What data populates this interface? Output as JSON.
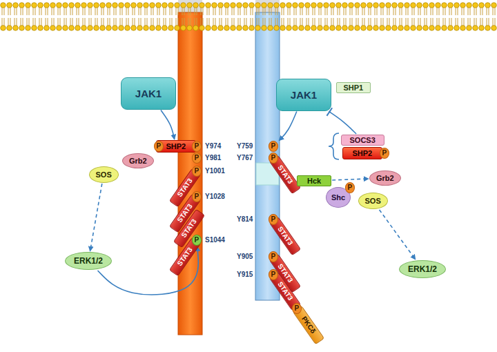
{
  "diagram": {
    "nodes": [
      {
        "text": [
          "JAK1"
        ]
      },
      {
        "text": [
          "SHP2"
        ]
      },
      {
        "text": [
          "P"
        ]
      },
      {
        "text": [
          "Grb2"
        ]
      },
      {
        "text": [
          "SOS"
        ]
      },
      {
        "text": [
          "P"
        ]
      },
      {
        "text": [
          "P"
        ]
      },
      {
        "text": [
          "STAT3"
        ]
      },
      {
        "text": [
          "P"
        ]
      },
      {
        "text": [
          "STAT3"
        ]
      },
      {
        "text": [
          "STAT3"
        ]
      },
      {
        "text": [
          "P"
        ]
      },
      {
        "text": [
          "ERK1/2"
        ]
      },
      {
        "text": [
          "STAT3"
        ]
      },
      {
        "text": [
          "P"
        ]
      },
      {
        "text": [
          "JAK1"
        ]
      },
      {
        "text": [
          "SHP1"
        ]
      },
      {
        "text": [
          "P"
        ]
      },
      {
        "text": [
          "P"
        ]
      },
      {
        "text": [
          "SOCS3"
        ]
      },
      {
        "text": [
          "SHP2"
        ]
      },
      {
        "text": [
          "P"
        ]
      },
      {
        "text": [
          "STAT3"
        ]
      },
      {
        "text": [
          "Hck"
        ]
      },
      {
        "text": [
          "Grb2"
        ]
      },
      {
        "text": [
          "Shc"
        ]
      },
      {
        "text": [
          "P"
        ]
      },
      {
        "text": [
          "SOS"
        ]
      },
      {
        "text": [
          "P"
        ]
      },
      {
        "text": [
          "STAT3"
        ]
      },
      {
        "text": [
          "ERK1/2"
        ]
      },
      {
        "text": [
          "P"
        ]
      },
      {
        "text": [
          "STAT3"
        ]
      },
      {
        "text": [
          "P"
        ]
      },
      {
        "text": [
          "STAT3"
        ]
      },
      {
        "text": [
          "PKCδ"
        ]
      },
      {
        "text": [
          "P"
        ]
      }
    ],
    "edges": [
      {
        "from": 0,
        "to": 1,
        "arrow": "to"
      },
      {
        "from": 4,
        "to": 12,
        "arrow": "to"
      },
      {
        "from": 12,
        "to": 14,
        "arrow": "to"
      },
      {
        "from": 15,
        "to": 17,
        "arrow": "to"
      },
      {
        "from": 19,
        "to": 15,
        "arrow": "to"
      },
      {
        "from": 23,
        "to": 24,
        "arrow": "to"
      },
      {
        "from": 27,
        "to": 30,
        "arrow": "to"
      }
    ],
    "labels": [
      "Y974",
      "Y981",
      "Y1001",
      "Y1028",
      "S1044",
      "Y759",
      "Y767",
      "Y814",
      "Y905",
      "Y915"
    ]
  }
}
